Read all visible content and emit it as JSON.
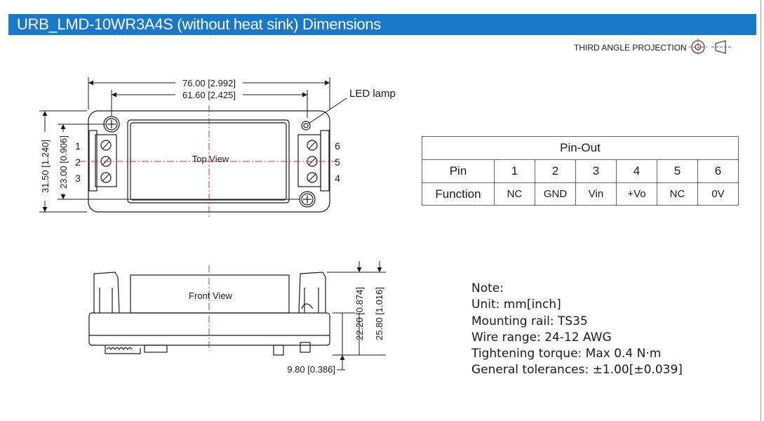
{
  "header": {
    "title": "URB_LMD-10WR3A4S (without heat sink) Dimensions",
    "projection": "THIRD ANGLE PROJECTION"
  },
  "top_view": {
    "label": "Top View",
    "led_label": "LED lamp",
    "dims": {
      "overall_width": "76.00 [2.992]",
      "hole_spacing": "61.60 [2.425]",
      "overall_height": "31.50 [1.240]",
      "body_height": "23.00 [0.906]"
    },
    "pins_left": [
      "1",
      "2",
      "3"
    ],
    "pins_right": [
      "6",
      "5",
      "4"
    ]
  },
  "front_view": {
    "label": "Front View",
    "dims": {
      "height_body": "22.20 [0.874]",
      "height_total": "25.80 [1.016]",
      "rail_offset": "9.80 [0.386]"
    }
  },
  "pinout": {
    "caption": "Pin-Out",
    "pin_header": "Pin",
    "function_header": "Function",
    "pins": [
      "1",
      "2",
      "3",
      "4",
      "5",
      "6"
    ],
    "functions": [
      "NC",
      "GND",
      "Vin",
      "+Vo",
      "NC",
      "0V"
    ]
  },
  "notes": {
    "heading": "Note:",
    "lines": [
      "Unit: mm[inch]",
      "Mounting rail: TS35",
      "Wire range: 24-12 AWG",
      "Tightening torque: Max 0.4 N·m",
      "General tolerances: ±1.00[±0.039]"
    ]
  },
  "colors": {
    "title_bar": "#1a78c8",
    "title_text": "#ffffff",
    "center_line": "#d03030",
    "line": "#1a1a1a"
  }
}
